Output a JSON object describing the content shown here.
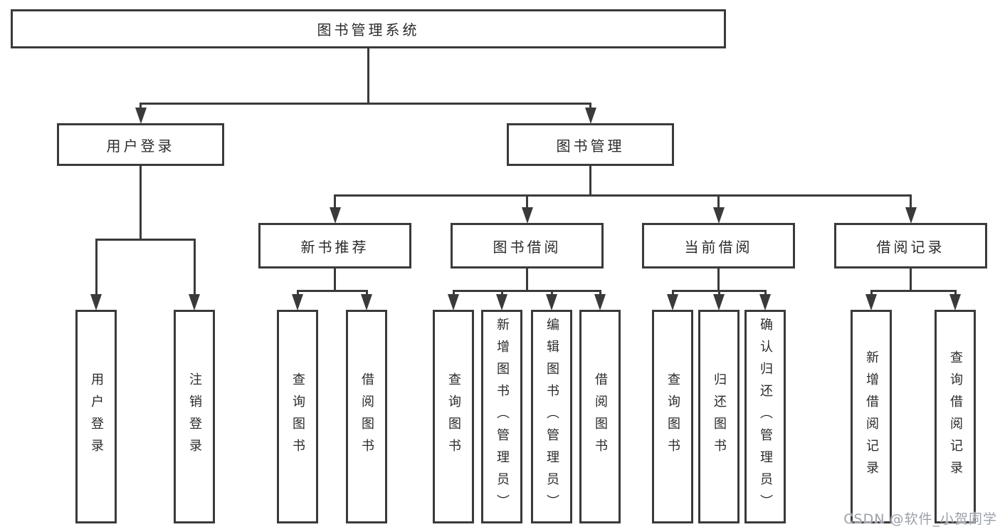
{
  "diagram_title": "图书管理系统",
  "colors": {
    "line": "#3a3a3a",
    "text": "#2b2b2b",
    "box_fill": "#ffffff",
    "background": "#ffffff",
    "watermark": "#9ba0a9"
  },
  "tree": {
    "id": "root",
    "label": "图书管理系统",
    "children": [
      {
        "id": "login",
        "label": "用户登录",
        "children": [
          {
            "id": "login-1",
            "label": "用户登录"
          },
          {
            "id": "login-2",
            "label": "注销登录"
          }
        ]
      },
      {
        "id": "mgmt",
        "label": "图书管理",
        "children": [
          {
            "id": "rec",
            "label": "新书推荐",
            "children": [
              {
                "id": "rec-1",
                "label": "查询图书"
              },
              {
                "id": "rec-2",
                "label": "借阅图书"
              }
            ]
          },
          {
            "id": "borrow",
            "label": "图书借阅",
            "children": [
              {
                "id": "borrow-1",
                "label": "查询图书"
              },
              {
                "id": "borrow-2",
                "label": "新增图书（管理员）"
              },
              {
                "id": "borrow-3",
                "label": "编辑图书（管理员）"
              },
              {
                "id": "borrow-4",
                "label": "借阅图书"
              }
            ]
          },
          {
            "id": "current",
            "label": "当前借阅",
            "children": [
              {
                "id": "current-1",
                "label": "查询图书"
              },
              {
                "id": "current-2",
                "label": "归还图书"
              },
              {
                "id": "current-3",
                "label": "确认归还（管理员）"
              }
            ]
          },
          {
            "id": "records",
            "label": "借阅记录",
            "children": [
              {
                "id": "records-1",
                "label": "新增借阅记录"
              },
              {
                "id": "records-2",
                "label": "查询借阅记录"
              }
            ]
          }
        ]
      }
    ]
  },
  "watermark": {
    "text": "CSDN @软件_小贺同学"
  }
}
